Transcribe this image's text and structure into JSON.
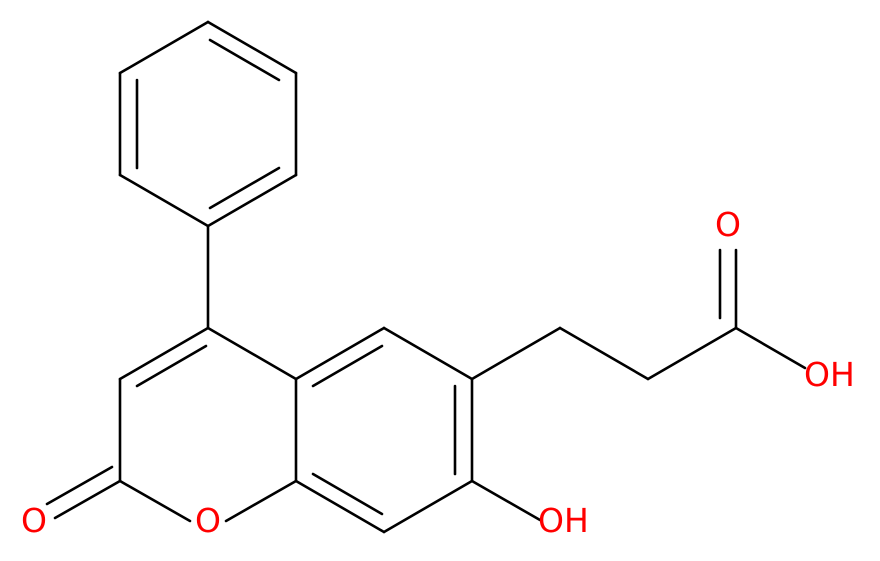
{
  "molecule": {
    "atoms": {
      "carbonyl_oxygen": "O",
      "ring_oxygen": "O",
      "phenol_hydroxyl": "OH",
      "acid_carbonyl_oxygen": "O",
      "acid_hydroxyl": "OH"
    }
  },
  "colors": {
    "bond": "#000000",
    "heteroatom": "#ff0000",
    "background": "#ffffff"
  }
}
